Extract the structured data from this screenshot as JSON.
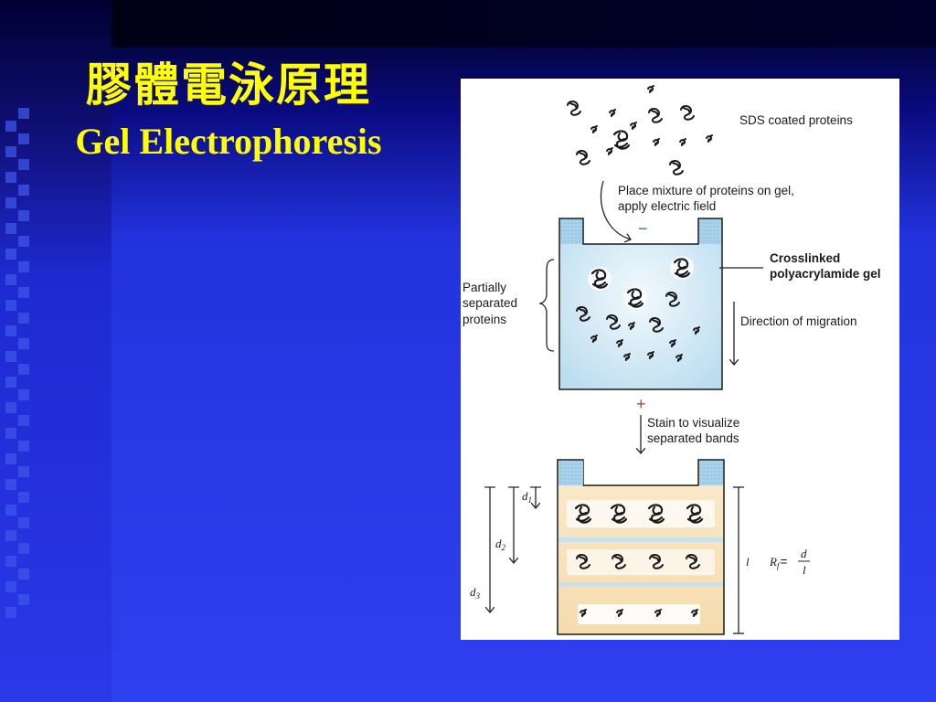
{
  "slide": {
    "title_cn": "膠體電泳原理",
    "title_en": "Gel Electrophoresis"
  },
  "colors": {
    "title": "#ffff00",
    "gel_top": "#b9dcef",
    "gel_stained": "#f8e3b9",
    "minus_sign": "#2b5fd9",
    "plus_sign": "#d23a2a"
  },
  "diagram": {
    "sds_label": "SDS coated proteins",
    "step1_line1": "Place mixture of proteins on gel,",
    "step1_line2": "apply electric field",
    "minus": "−",
    "crosslinked_line1": "Crosslinked",
    "crosslinked_line2": "polyacrylamide gel",
    "partial_line1": "Partially",
    "partial_line2": "separated",
    "partial_line3": "proteins",
    "direction": "Direction of migration",
    "plus": "+",
    "stain_line1": "Stain to visualize",
    "stain_line2": "separated bands",
    "d": "d",
    "sub1": "1",
    "sub2": "2",
    "sub3": "3",
    "length_l": "l",
    "rf": "R",
    "rf_sub": "f",
    "equals": "=",
    "frac_num": "d",
    "frac_den": "l"
  }
}
